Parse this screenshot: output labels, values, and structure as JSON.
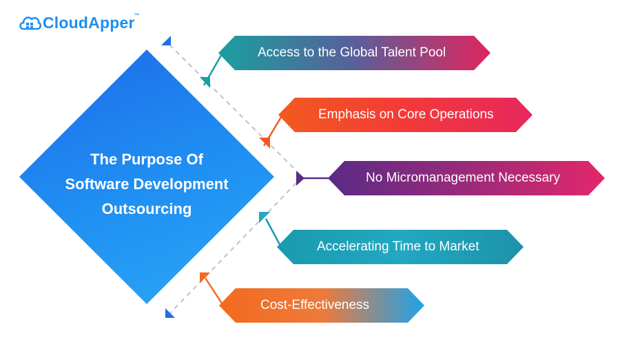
{
  "brand": {
    "name": "CloudApper",
    "trademark": "™",
    "color": "#1d8ef0"
  },
  "diagram": {
    "title_lines": [
      "The Purpose Of",
      "Software Development",
      "Outsourcing"
    ],
    "items": [
      {
        "label": "Access to the Global Talent Pool",
        "colors": [
          "#1a9f9f",
          "#5a5f9a",
          "#e0255e"
        ]
      },
      {
        "label": "Emphasis on Core Operations",
        "colors": [
          "#f25a1e",
          "#f23a38",
          "#e6275e"
        ]
      },
      {
        "label": "No Micromanagement Necessary",
        "colors": [
          "#5a2b86",
          "#9a2a7a",
          "#e3276b"
        ]
      },
      {
        "label": "Accelerating Time to Market",
        "colors": [
          "#1a9aae",
          "#21a8c2",
          "#1d92a8"
        ]
      },
      {
        "label": "Cost-Effectiveness",
        "colors": [
          "#f26a1e",
          "#ee7a3a",
          "#1fa2ea"
        ]
      }
    ]
  }
}
